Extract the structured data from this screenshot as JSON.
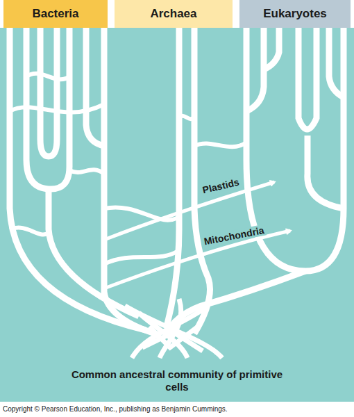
{
  "diagram": {
    "nodes": [
      {
        "text": [
          "Bacteria"
        ]
      },
      {
        "text": [
          "Archaea"
        ]
      },
      {
        "text": [
          "Eukaryotes"
        ]
      }
    ],
    "labels": [
      "Plastids",
      "Mitochondria",
      "Common ancestral community of primitive cells",
      "Copyright © Pearson Education, Inc., publishing as Benjamin Cummings."
    ]
  }
}
